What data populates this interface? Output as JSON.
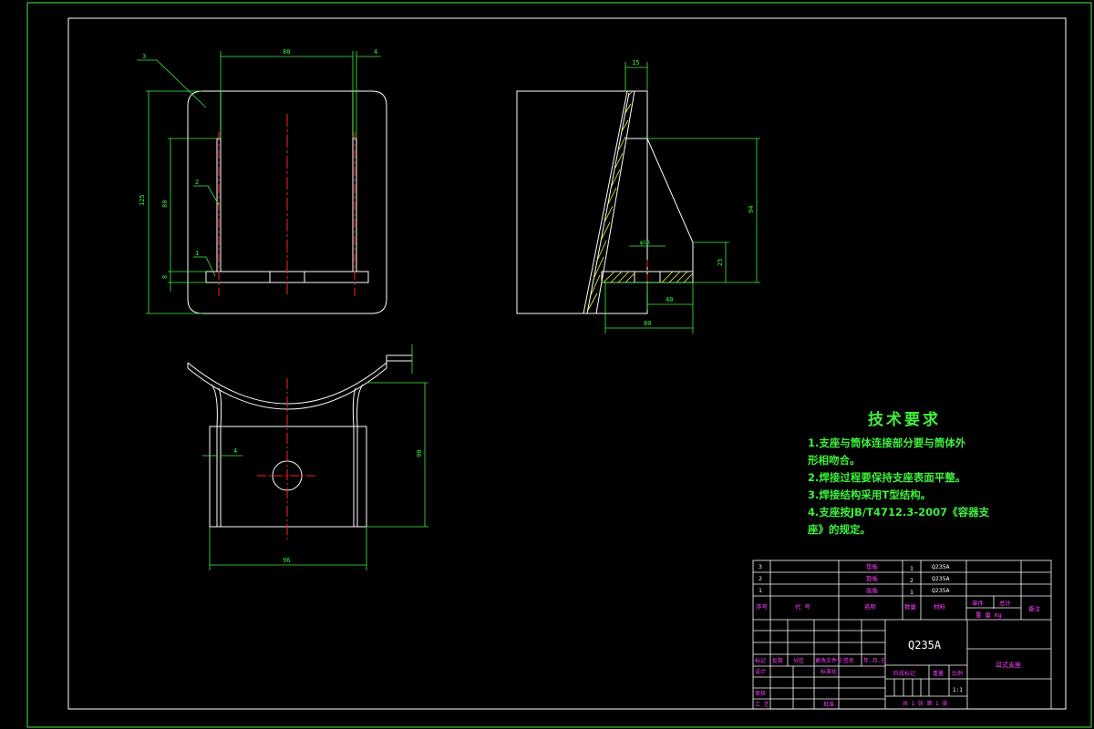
{
  "drawing": {
    "colors": {
      "outline": "#ffffff",
      "dimension": "#3ef03e",
      "centerline": "#ff2020",
      "frame": "#3ef03e",
      "hatch": "#ffff33",
      "title_text": "#ff40ff"
    },
    "front_view": {
      "dims": {
        "width_top": "80",
        "thickness": "4",
        "height_total": "125",
        "height_inner": "80",
        "base_thick": "8"
      },
      "balloons": [
        "3",
        "2",
        "1"
      ]
    },
    "side_view": {
      "dims": {
        "top_width": "15",
        "height": "94",
        "step": "25",
        "offset": "40",
        "base_width": "80",
        "hole": "φ18"
      }
    },
    "top_view": {
      "dims": {
        "plate": "4",
        "length": "90",
        "width": "96"
      }
    },
    "notes": {
      "title": "技术要求",
      "lines": [
        "1.支座与筒体连接部分要与筒体外",
        "形相吻合。",
        "2.焊接过程要保持支座表面平整。",
        "3.焊接结构采用T型结构。",
        "4.支座按JB/T4712.3-2007《容器支",
        "座》的规定。"
      ]
    },
    "title_block": {
      "parts": [
        {
          "no": "3",
          "name": "垫板",
          "qty": "1",
          "material": "Q235A"
        },
        {
          "no": "2",
          "name": "筋板",
          "qty": "2",
          "material": "Q235A"
        },
        {
          "no": "1",
          "name": "底板",
          "qty": "1",
          "material": "Q235A"
        }
      ],
      "header": {
        "no": "序号",
        "code": "代 号",
        "name": "名称",
        "qty": "数量",
        "material": "材料",
        "single": "单件",
        "total": "总计",
        "weight": "重 量 Kg",
        "remark": "备注"
      },
      "material_big": "Q235A",
      "drawing_name": "耳式支座",
      "labels": {
        "mark": "标记",
        "count": "处数",
        "zone": "分区",
        "change_no": "更改文件号",
        "sign": "签名",
        "date": "年.月.日",
        "design": "设计",
        "standardize": "标准化",
        "stage": "阶段标记",
        "mass": "重量",
        "scale": "比例",
        "scale_val": "1:1",
        "review": "审核",
        "process": "工 艺",
        "approve": "批准",
        "sheets": "共 1 张  第 1 张"
      }
    }
  }
}
